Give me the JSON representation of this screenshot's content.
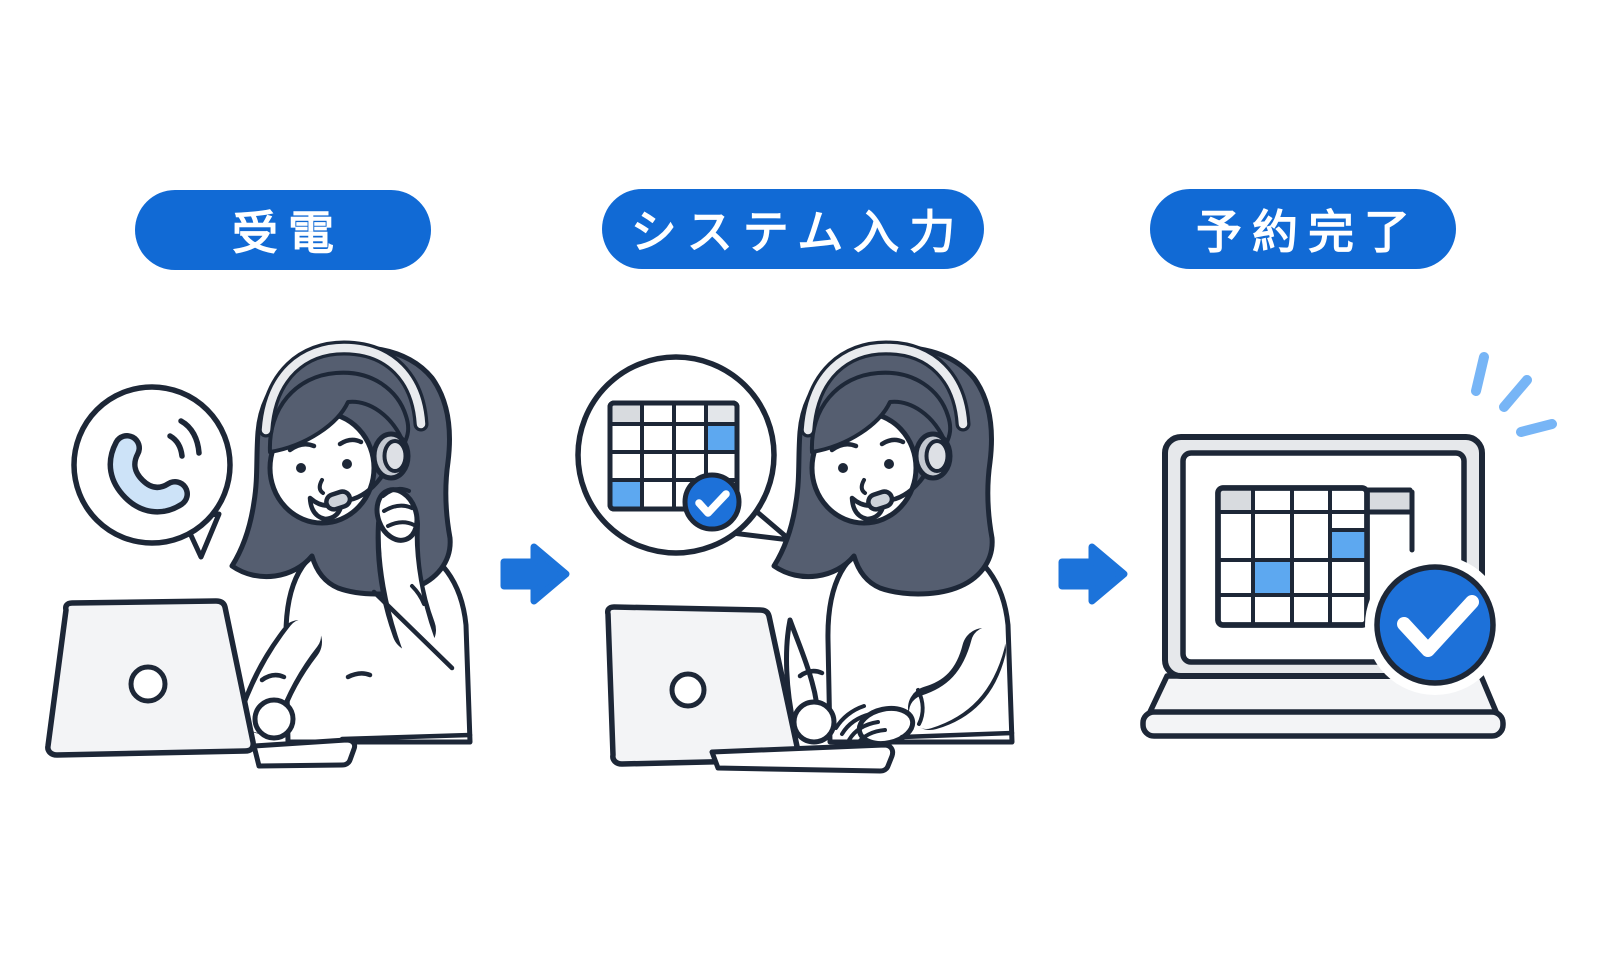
{
  "title_labels": {
    "step1": "受電",
    "step2": "システム入力",
    "step3": "予約完了"
  },
  "steps": [
    {
      "label": "受電",
      "scene": "operator-answering-phone-call",
      "icons": [
        "speech-bubble-icon",
        "phone-call-icon",
        "headset-icon",
        "laptop-icon"
      ]
    },
    {
      "label": "システム入力",
      "scene": "operator-typing-reservation-into-system",
      "icons": [
        "speech-bubble-icon",
        "calendar-icon",
        "check-circle-icon",
        "headset-icon",
        "laptop-icon"
      ]
    },
    {
      "label": "予約完了",
      "scene": "laptop-showing-confirmed-calendar",
      "icons": [
        "laptop-icon",
        "calendar-icon",
        "check-circle-icon",
        "sparkle-icon"
      ]
    }
  ],
  "arrows": [
    {
      "direction": "right"
    },
    {
      "direction": "right"
    }
  ],
  "colors": {
    "background": "#ffffff",
    "pill_blue": "#116ad5",
    "arrow_blue": "#1c73da",
    "check_circle_blue": "#1d71d9",
    "calendar_highlight_blue": "#5da8f0",
    "phone_icon_fill": "#cde3f8",
    "sparkle_blue": "#77b5f6",
    "outline_navy": "#1d2737",
    "hair_gray": "#555e70",
    "laptop_gray": "#f3f4f6",
    "device_frame_gray": "#e6e8eb",
    "calendar_header_gray": "#d8dbdf",
    "headband_gray": "#e9ebee",
    "label_text": "#ffffff"
  }
}
